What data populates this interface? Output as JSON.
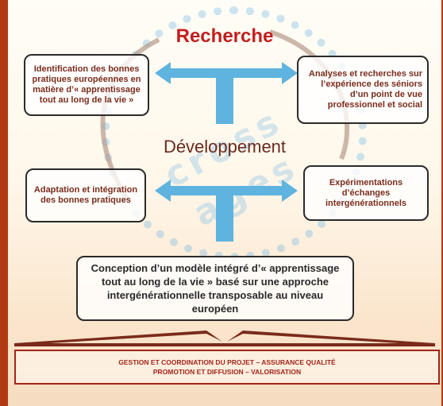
{
  "diagram": {
    "recherche": "Recherche",
    "developpement": "Développement",
    "box_identification": "Identification des bonnes pratiques européennes en matière d’« apprentissage tout au long de la vie »",
    "box_analyses": "Analyses et recherches sur l’expérience des séniors d’un point de vue professionnel et social",
    "box_adaptation": "Adaptation et intégration des bonnes pratiques",
    "box_experimentations": "Expérimentations d’échanges intergénérationnels",
    "box_conception": "Conception d’un modèle intégré d’« apprentissage tout au long de la vie » basé sur une approche intergénérationnelle transposable au niveau européen",
    "bottom_line1": "GESTION ET COORDINATION DU PROJET – ASSURANCE QUALITÉ",
    "bottom_line2": "PROMOTION ET DIFFUSION – VALORISATION",
    "watermark": "cross ages"
  },
  "colors": {
    "frame": "#b23a12",
    "arrow_blue": "#5fb3df",
    "title_red": "#c21f1f"
  }
}
